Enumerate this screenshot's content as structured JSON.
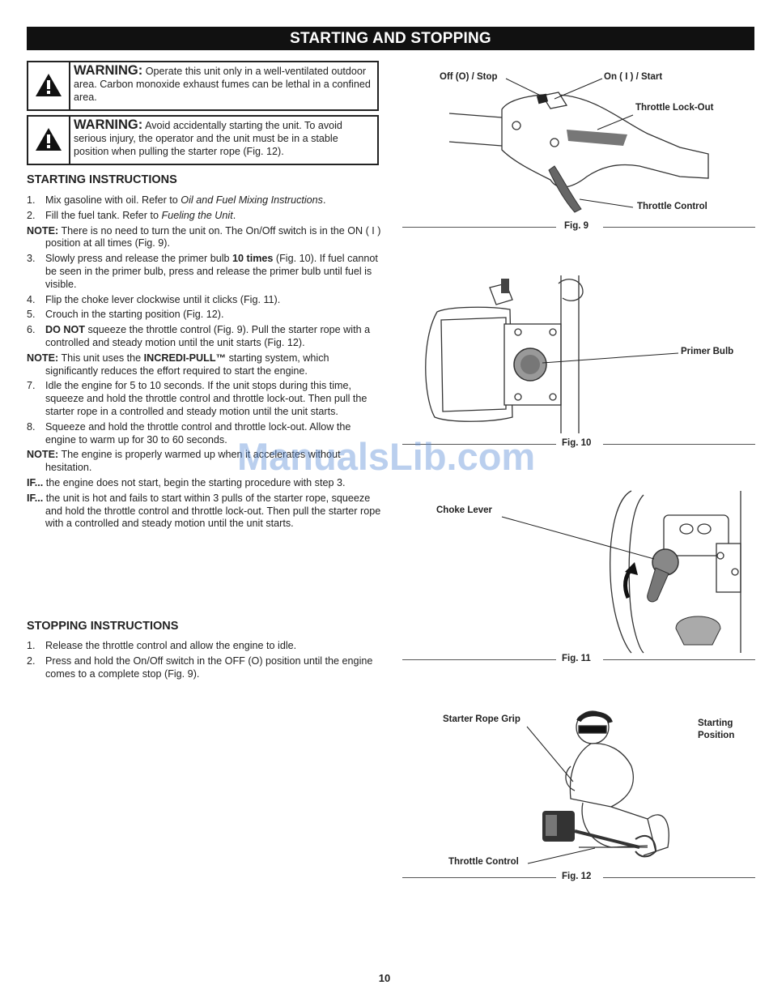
{
  "header": {
    "title": "STARTING AND STOPPING"
  },
  "warnings": [
    {
      "label": "WARNING:",
      "text": "Operate this unit only in a well-ventilated outdoor area. Carbon monoxide exhaust fumes can be lethal in a confined area."
    },
    {
      "label": "WARNING:",
      "text": "Avoid accidentally starting the unit. To avoid serious injury, the operator and the unit must be in a stable position when pulling the starter rope (Fig. 12)."
    }
  ],
  "starting": {
    "heading": "STARTING INSTRUCTIONS",
    "s1_num": "1.",
    "s1_text": "Mix gasoline with oil. Refer to ",
    "s1_ref": "Oil and Fuel Mixing Instructions",
    "s2_num": "2.",
    "s2_text": "Fill the fuel tank. Refer to ",
    "s2_ref": "Fueling the Unit",
    "n1_label": "NOTE:",
    "n1_text": " There is no need to turn the unit on. The On/Off switch is in the ON ( I ) position at all times (Fig. 9).",
    "s3_num": "3.",
    "s3_a": "Slowly press and release the primer bulb ",
    "s3_bold": "10 times",
    "s3_b": " (Fig. 10). If fuel cannot be seen in the primer bulb, press and release the primer bulb until fuel is visible.",
    "s4_num": "4.",
    "s4_text": "Flip the choke lever clockwise until it clicks (Fig. 11).",
    "s5_num": "5.",
    "s5_text": "Crouch in the starting position (Fig. 12).",
    "s6_num": "6.",
    "s6_bold": "DO NOT",
    "s6_text": " squeeze the throttle control (Fig. 9). Pull the starter rope with a controlled and steady motion until the unit starts (Fig. 12).",
    "n2_label": "NOTE:",
    "n2_a": " This unit uses the ",
    "n2_bold": "INCREDI-PULL™",
    "n2_b": " starting system, which significantly reduces the effort required to start the engine.",
    "s7_num": "7.",
    "s7_text": "Idle the engine for 5 to 10 seconds. If the unit stops during this time, squeeze and hold the throttle control and throttle lock-out. Then pull the starter rope in a controlled and steady motion until the unit starts.",
    "s8_num": "8.",
    "s8_text": "Squeeze and hold the throttle control and throttle lock-out. Allow the engine to warm up for 30 to 60 seconds.",
    "n3_label": "NOTE:",
    "n3_text": " The engine is properly warmed up when it accelerates without hesitation.",
    "if1_label": "IF...",
    "if1_text": " the engine does not start, begin the starting procedure with step 3.",
    "if2_label": "IF...",
    "if2_text": " the unit is hot and fails to start within 3 pulls of the starter rope, squeeze and hold the throttle control and throttle lock-out. Then pull the starter rope with a controlled and steady motion until the unit starts."
  },
  "stopping": {
    "heading": "STOPPING INSTRUCTIONS",
    "t1_num": "1.",
    "t1_text": "Release the throttle control and allow the engine to idle.",
    "t2_num": "2.",
    "t2_text": "Press and hold the On/Off switch in the OFF (O) position until the engine comes to a complete stop (Fig. 9)."
  },
  "figures": {
    "fig9": {
      "caption": "Fig. 9",
      "off_label": "Off (O) / Stop",
      "on_label": "On ( I ) / Start",
      "lockout_label": "Throttle Lock-Out",
      "throttle_label": "Throttle Control"
    },
    "fig10": {
      "caption": "Fig. 10",
      "primer_label": "Primer Bulb"
    },
    "fig11": {
      "caption": "Fig. 11",
      "choke_label": "Choke Lever"
    },
    "fig12": {
      "caption": "Fig. 12",
      "grip_label": "Starter Rope Grip",
      "position_line1": "Starting",
      "position_line2": "Position",
      "throttle_label": "Throttle Control"
    }
  },
  "watermark": "ManualsLib.com",
  "page_number": "10"
}
